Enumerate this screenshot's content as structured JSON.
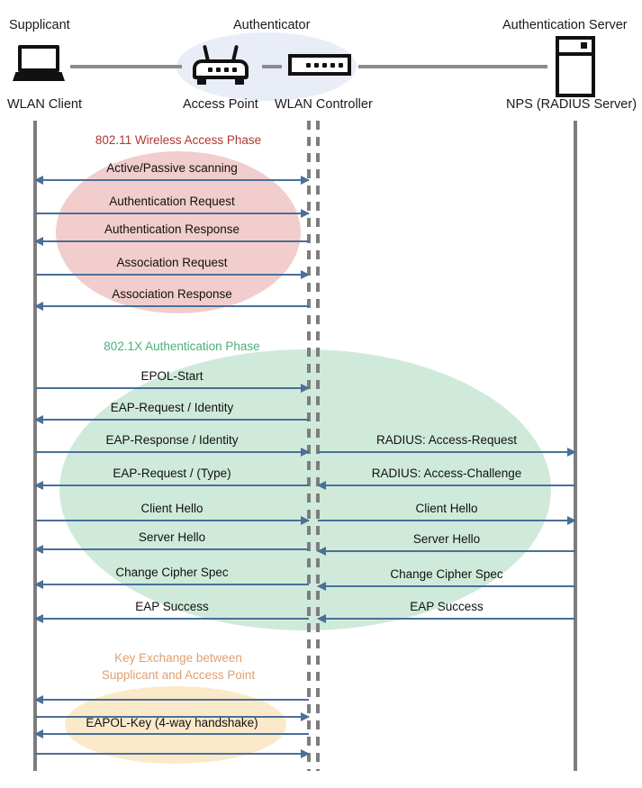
{
  "diagram": {
    "title": "802.1X / WPA2-Enterprise WLAN authentication sequence",
    "colors": {
      "arrow": "#4a6f99",
      "lifeline": "#7d7d7d",
      "phase1_text": "#b5352f",
      "phase1_fill": "#f2cdcd",
      "phase2_text": "#4bb07c",
      "phase2_fill": "#cfeada",
      "phase3_text": "#e0a070",
      "phase3_fill": "#fbeaca",
      "authenticator_blob": "#e8edf7"
    }
  },
  "actors": [
    {
      "role": "Supplicant",
      "device": "WLAN Client",
      "icon": "laptop-icon"
    },
    {
      "role": "Authenticator",
      "device": "Access Point",
      "icon": "access-point-icon"
    },
    {
      "role": "",
      "device": "WLAN Controller",
      "icon": "wlan-controller-icon"
    },
    {
      "role": "Authentication Server",
      "device": "NPS (RADIUS Server)",
      "icon": "server-icon"
    }
  ],
  "phases": [
    {
      "id": "phase-1",
      "label": "802.11 Wireless Access Phase",
      "label_lines": [
        "802.11 Wireless Access Phase"
      ]
    },
    {
      "id": "phase-2",
      "label": "802.1X Authentication Phase",
      "label_lines": [
        "802.1X Authentication Phase"
      ]
    },
    {
      "id": "phase-3",
      "label": "Key Exchange between Supplicant and Access Point",
      "label_lines": [
        "Key Exchange between",
        "Supplicant and Access Point"
      ]
    }
  ],
  "messages_left": [
    {
      "label": "Active/Passive scanning",
      "direction": "both",
      "phase": "phase-1"
    },
    {
      "label": "Authentication Request",
      "direction": "right",
      "phase": "phase-1"
    },
    {
      "label": "Authentication Response",
      "direction": "left",
      "phase": "phase-1"
    },
    {
      "label": "Association Request",
      "direction": "right",
      "phase": "phase-1"
    },
    {
      "label": "Association Response",
      "direction": "left",
      "phase": "phase-1"
    },
    {
      "label": "EPOL-Start",
      "direction": "right",
      "phase": "phase-2"
    },
    {
      "label": "EAP-Request / Identity",
      "direction": "left",
      "phase": "phase-2"
    },
    {
      "label": "EAP-Response / Identity",
      "direction": "right",
      "phase": "phase-2"
    },
    {
      "label": "EAP-Request / (Type)",
      "direction": "left",
      "phase": "phase-2"
    },
    {
      "label": "Client Hello",
      "direction": "right",
      "phase": "phase-2"
    },
    {
      "label": "Server Hello",
      "direction": "left",
      "phase": "phase-2"
    },
    {
      "label": "Change Cipher Spec",
      "direction": "left",
      "phase": "phase-2"
    },
    {
      "label": "EAP Success",
      "direction": "left",
      "phase": "phase-2"
    },
    {
      "label": "",
      "direction": "left",
      "phase": "phase-3"
    },
    {
      "label": "",
      "direction": "right",
      "phase": "phase-3"
    },
    {
      "label": "EAPOL-Key (4-way handshake)",
      "direction": "left",
      "phase": "phase-3"
    },
    {
      "label": "",
      "direction": "right",
      "phase": "phase-3"
    }
  ],
  "messages_right": [
    {
      "label": "RADIUS: Access-Request",
      "direction": "right",
      "phase": "phase-2"
    },
    {
      "label": "RADIUS: Access-Challenge",
      "direction": "left",
      "phase": "phase-2"
    },
    {
      "label": "Client Hello",
      "direction": "right",
      "phase": "phase-2"
    },
    {
      "label": "Server Hello",
      "direction": "left",
      "phase": "phase-2"
    },
    {
      "label": "Change Cipher Spec",
      "direction": "left",
      "phase": "phase-2"
    },
    {
      "label": "EAP Success",
      "direction": "left",
      "phase": "phase-2"
    }
  ]
}
